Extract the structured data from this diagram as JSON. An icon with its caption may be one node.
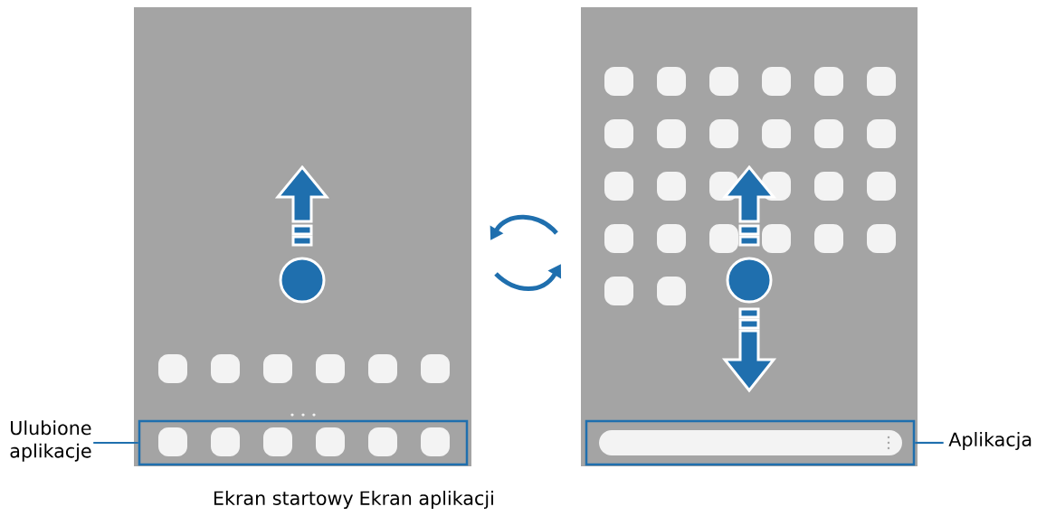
{
  "diagram": {
    "nodes": [
      {
        "text": [
          "Ulubione aplikacje"
        ]
      },
      {
        "text": [],
        "shape": "box"
      },
      {
        "text": [
          "Aplikacja"
        ]
      },
      {
        "text": [],
        "shape": "box"
      }
    ],
    "edges": [
      {
        "from": 0,
        "to": 1,
        "arrow": "none"
      },
      {
        "from": 2,
        "to": 3,
        "arrow": "none"
      }
    ],
    "labels": [
      "Ekran startowy",
      "Ekran aplikacji"
    ]
  }
}
